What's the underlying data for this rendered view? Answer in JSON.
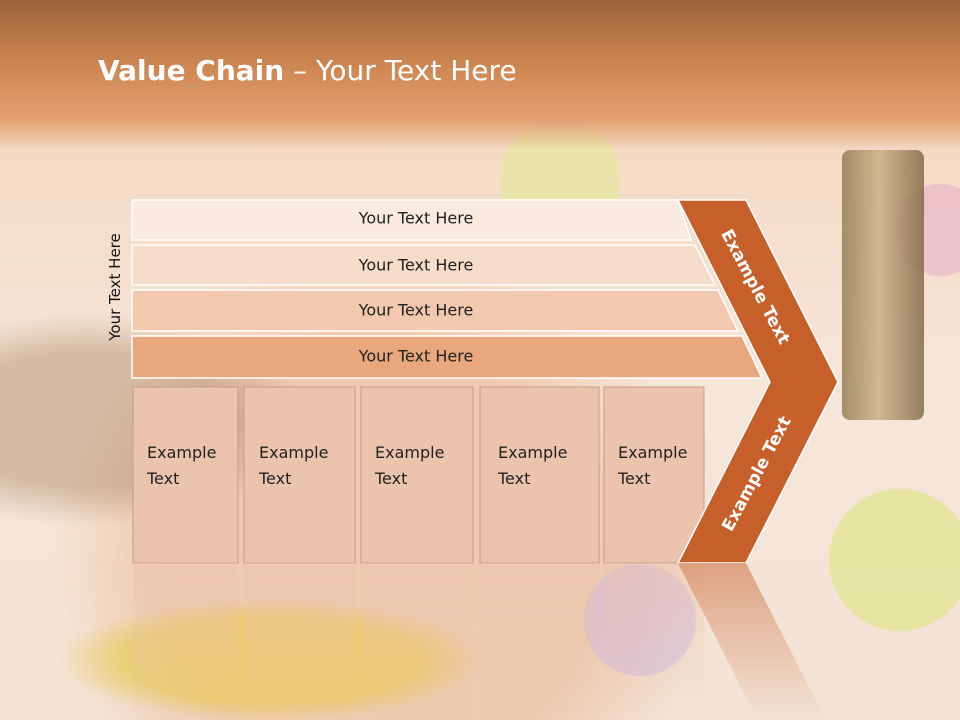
{
  "slide": {
    "title_bold": "Value Chain",
    "title_rest": " – Your Text Here",
    "side_label": "Your Text Here"
  },
  "rows": [
    "Your Text Here",
    "Your Text Here",
    "Your Text Here",
    "Your Text Here"
  ],
  "boxes": [
    {
      "line1": "Example",
      "line2": "Text"
    },
    {
      "line1": "Example",
      "line2": "Text"
    },
    {
      "line1": "Example",
      "line2": "Text"
    },
    {
      "line1": "Example",
      "line2": "Text"
    },
    {
      "line1": "Example",
      "line2": "Text"
    }
  ],
  "chevron": {
    "upper": "Example Text",
    "lower": "Example Text"
  },
  "colors": {
    "header": "#cf8752",
    "chevron": "#c75f2a",
    "box": "#ecc3ad",
    "title_text": "#ffffff"
  }
}
